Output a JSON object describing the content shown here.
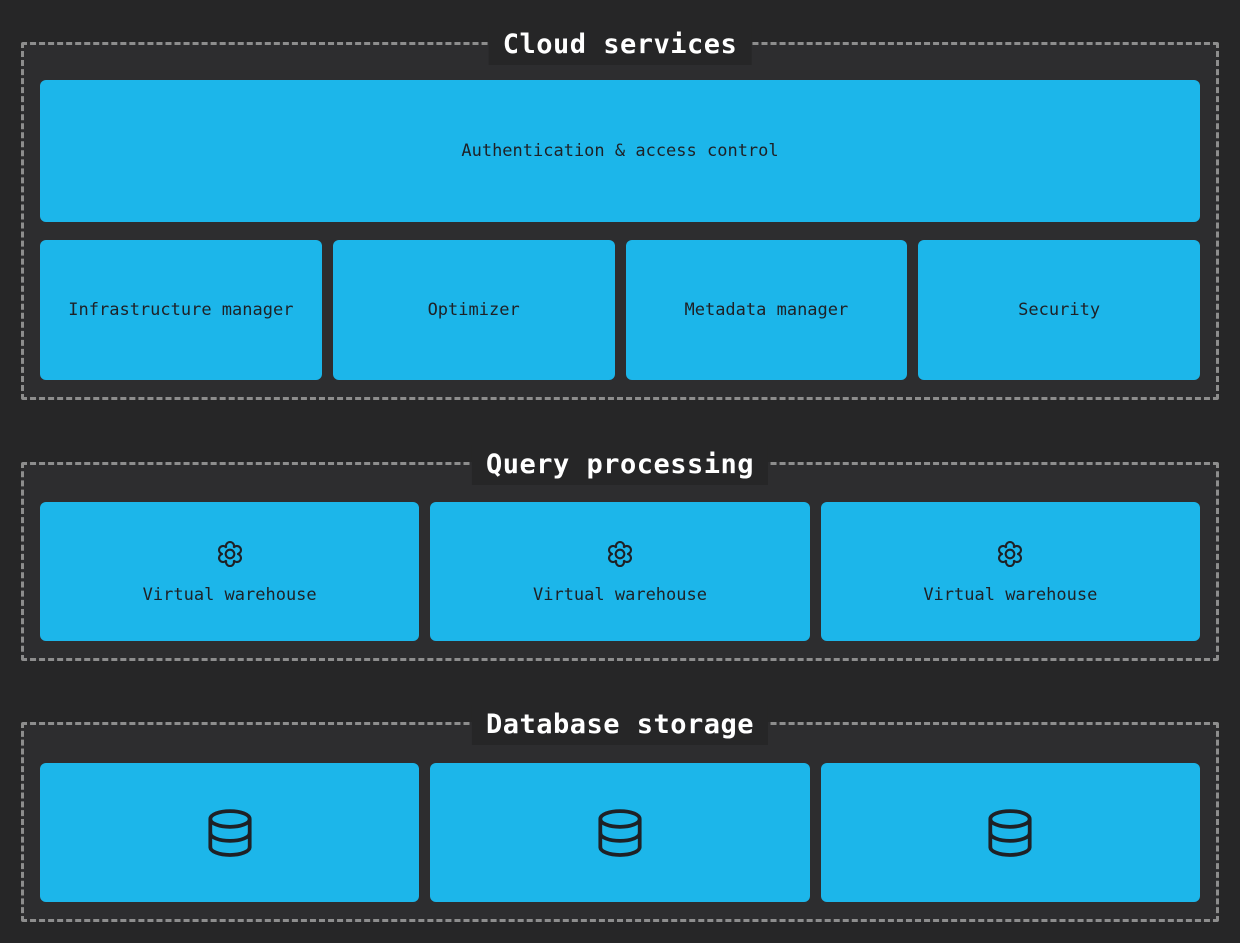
{
  "page": {
    "background_color": "#262627",
    "section_background_color": "#2d2d2f",
    "dashed_border_color": "#8d8d8d",
    "accent_color": "#1cb6ea",
    "title_text_color": "#ffffff",
    "box_text_color": "#1e2126"
  },
  "sections": {
    "cloud_services": {
      "title": "Cloud services",
      "auth_box": {
        "label": "Authentication & access control"
      },
      "components": [
        {
          "label": "Infrastructure manager"
        },
        {
          "label": "Optimizer"
        },
        {
          "label": "Metadata manager"
        },
        {
          "label": "Security"
        }
      ]
    },
    "query_processing": {
      "title": "Query processing",
      "warehouses": [
        {
          "icon": "gear-icon",
          "label": "Virtual warehouse"
        },
        {
          "icon": "gear-icon",
          "label": "Virtual warehouse"
        },
        {
          "icon": "gear-icon",
          "label": "Virtual warehouse"
        }
      ]
    },
    "database_storage": {
      "title": "Database storage",
      "databases": [
        {
          "icon": "database-icon"
        },
        {
          "icon": "database-icon"
        },
        {
          "icon": "database-icon"
        }
      ]
    }
  }
}
